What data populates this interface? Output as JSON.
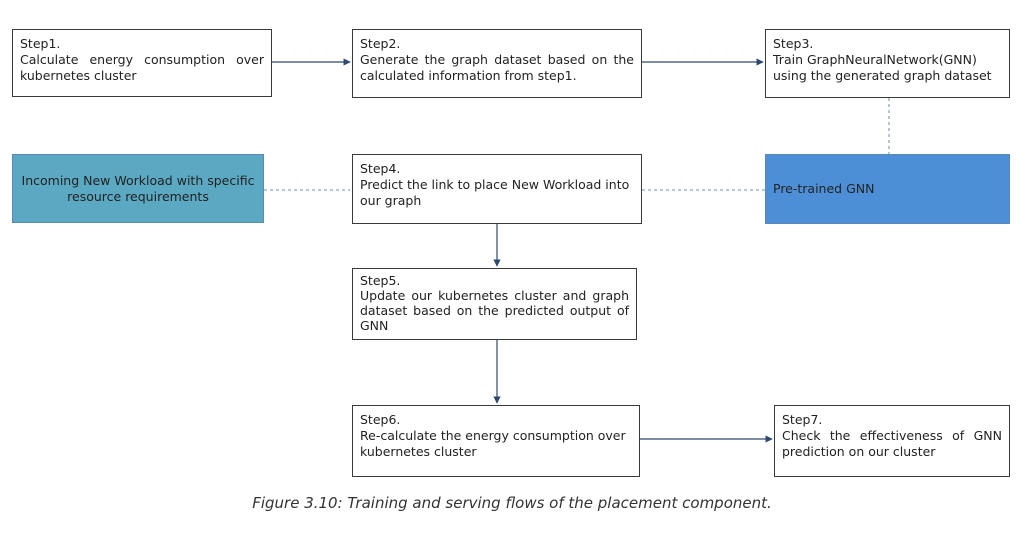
{
  "nodes": {
    "step1": {
      "step": "Step1.",
      "text": "Calculate energy consumption over kubernetes cluster"
    },
    "step2": {
      "step": "Step2.",
      "text": "Generate the graph dataset based on the calculated information from step1."
    },
    "step3": {
      "step": "Step3.",
      "text": "Train GraphNeuralNetwork(GNN) using the generated graph dataset"
    },
    "step4": {
      "step": "Step4.",
      "text": "Predict the link to place New Workload into our graph"
    },
    "step5": {
      "step": "Step5.",
      "text": "Update our kubernetes cluster and graph dataset  based on the predicted output of GNN"
    },
    "step6": {
      "step": "Step6.",
      "text": "Re-calculate the energy consumption over kubernetes cluster"
    },
    "step7": {
      "step": "Step7.",
      "text": "Check the effectiveness of GNN prediction on our cluster"
    },
    "incoming": {
      "text": "Incoming New Workload with specific resource requirements"
    },
    "pretrained": {
      "text": "Pre-trained GNN"
    }
  },
  "caption": "Figure 3.10: Training and serving flows of the placement component.",
  "colors": {
    "incoming_fill": "#5aa8c2",
    "pretrained_fill": "#4d8fd6",
    "line": "#2e4a6e",
    "dashed": "#6b8cae",
    "border": "#3a3a3a"
  }
}
